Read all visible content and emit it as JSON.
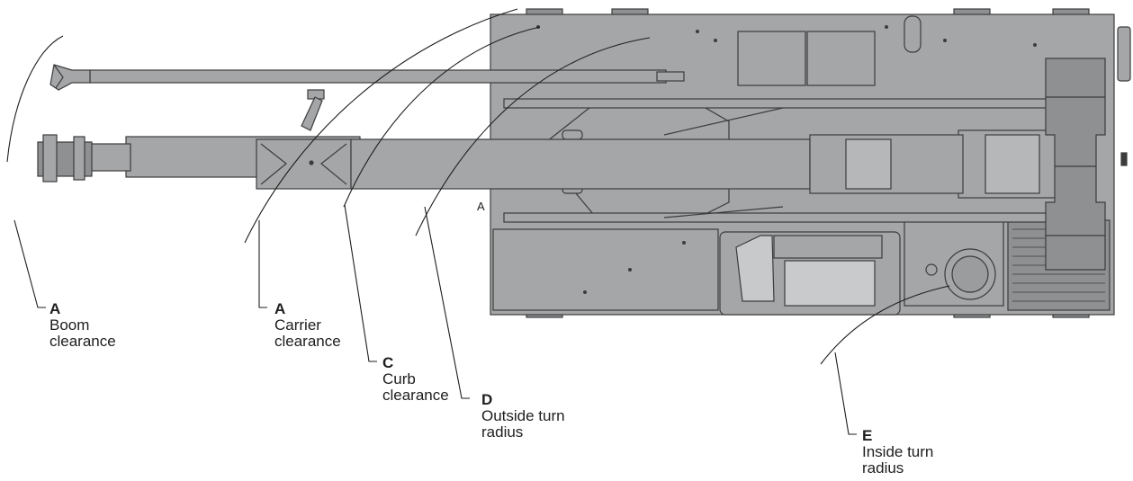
{
  "colors": {
    "body_fill": "#a4a6a8",
    "body_dark": "#8e9092",
    "outline": "#3c3c3c",
    "line": "#1e1e1e"
  },
  "labels": [
    {
      "letter": "A",
      "lines": [
        "Boom",
        "clearance"
      ]
    },
    {
      "letter": "A",
      "lines": [
        "Carrier",
        "clearance"
      ]
    },
    {
      "letter": "C",
      "lines": [
        "Curb",
        "clearance"
      ]
    },
    {
      "letter": "D",
      "lines": [
        "Outside turn",
        "radius"
      ]
    },
    {
      "letter": "E",
      "lines": [
        "Inside turn",
        "radius"
      ]
    }
  ],
  "markings": {
    "carrier_letter": "A"
  }
}
